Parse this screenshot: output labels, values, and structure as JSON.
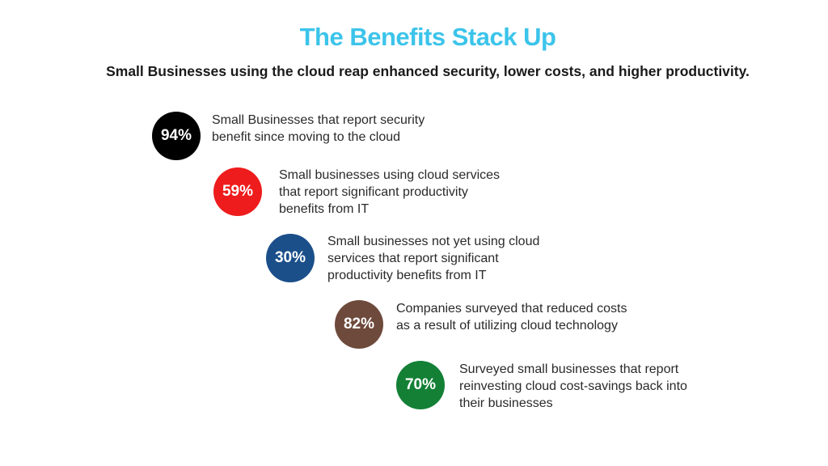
{
  "title": "The Benefits Stack Up",
  "subtitle": "Small Businesses using the cloud reap enhanced security, lower costs, and higher productivity.",
  "accent_color": "#3cc4ea",
  "stats": [
    {
      "value": "94%",
      "color": "#000000",
      "text": "Small Businesses that report security\nbenefit since moving to the cloud"
    },
    {
      "value": "59%",
      "color": "#ee1c1c",
      "text": "Small businesses using cloud services\nthat report significant productivity\nbenefits from IT"
    },
    {
      "value": "30%",
      "color": "#1b4f8a",
      "text": "Small businesses not yet using cloud\nservices that report significant\nproductivity benefits from IT"
    },
    {
      "value": "82%",
      "color": "#6e4a3c",
      "text": "Companies surveyed that reduced costs\nas a result of utilizing cloud technology"
    },
    {
      "value": "70%",
      "color": "#138036",
      "text": "Surveyed small businesses that report\nreinvesting cloud cost-savings back into\ntheir businesses"
    }
  ]
}
